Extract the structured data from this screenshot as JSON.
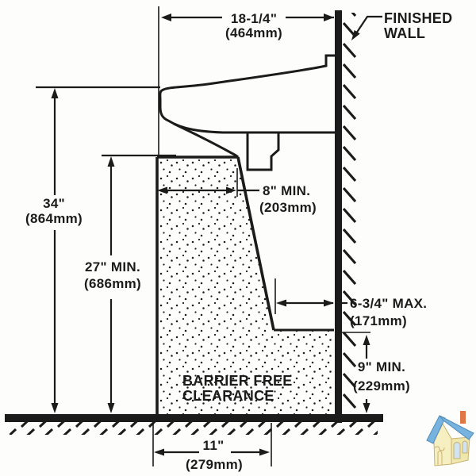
{
  "diagram": {
    "type": "accessibility-clearance-section-drawing",
    "finished_wall_label": {
      "line1": "FINISHED",
      "line2": "WALL"
    },
    "clearance_label": {
      "line1": "BARRIER FREE",
      "line2": "CLEARANCE"
    },
    "dims": {
      "overall_depth": {
        "imperial": "18-1/4\"",
        "metric": "(464mm)"
      },
      "rim_height": {
        "imperial": "34\"",
        "metric": "(864mm)"
      },
      "knee_height": {
        "imperial": "27\" MIN.",
        "metric": "(686mm)"
      },
      "knee_depth": {
        "imperial": "8\" MIN.",
        "metric": "(203mm)"
      },
      "toe_depth": {
        "imperial": "6-3/4\" MAX.",
        "metric": "(171mm)"
      },
      "toe_height": {
        "imperial": "9\" MIN.",
        "metric": "(229mm)"
      },
      "base_depth": {
        "imperial": "11\"",
        "metric": "(279mm)"
      }
    },
    "colors": {
      "ink": "#1b1b1b",
      "paper": "#fdfdfb",
      "logo_roof": "#6fb0dd",
      "logo_roof_edge": "#4a86b5",
      "logo_wall": "#f6efbe",
      "logo_wall_side": "#efe7a9",
      "logo_trim": "#c9ad6a",
      "logo_door": "#cfe2f0",
      "logo_chimney": "#de6f3a"
    }
  }
}
